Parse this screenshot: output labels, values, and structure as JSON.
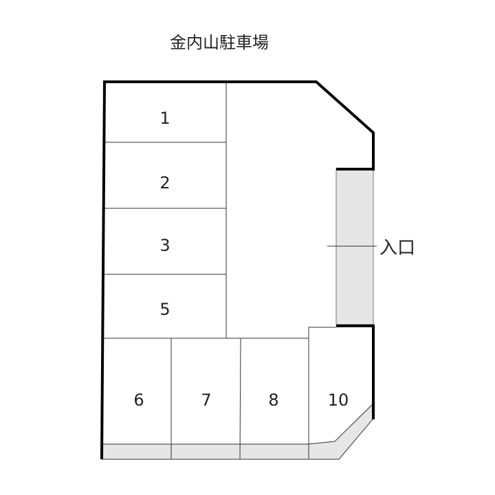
{
  "title": "金内山駐車場",
  "entrance_label": "入口",
  "colors": {
    "outline": "#000000",
    "thin_line": "#333333",
    "shaded": "#e6e6e6"
  },
  "spaces": [
    {
      "id": "1",
      "label": "1"
    },
    {
      "id": "2",
      "label": "2"
    },
    {
      "id": "3",
      "label": "3"
    },
    {
      "id": "5",
      "label": "5"
    },
    {
      "id": "6",
      "label": "6"
    },
    {
      "id": "7",
      "label": "7"
    },
    {
      "id": "8",
      "label": "8"
    },
    {
      "id": "10",
      "label": "10"
    }
  ]
}
